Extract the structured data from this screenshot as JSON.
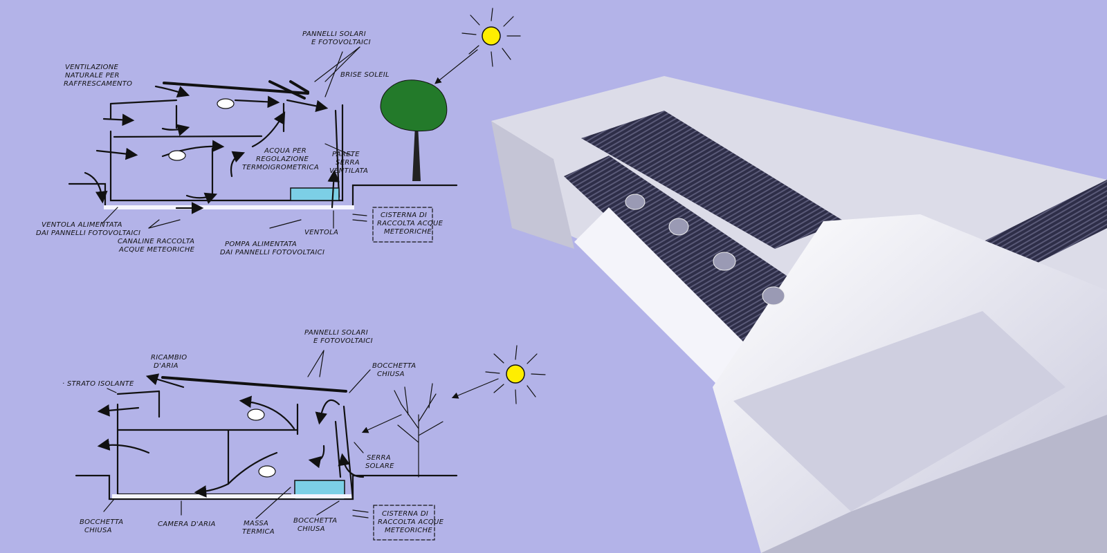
{
  "colors": {
    "background": "#b3b3e8",
    "sun": "#ffee00",
    "water": "#7ccfe6",
    "tree": "#237a2a"
  },
  "summer_diagram": {
    "labels": {
      "pannelli": [
        "PANNELLI SOLARI",
        "E FOTOVOLTAICI"
      ],
      "ventilazione": [
        "VENTILAZIONE",
        "NATURALE PER",
        "RAFFRESCAMENTO"
      ],
      "brise": [
        "BRISE SOLEIL"
      ],
      "acqua": [
        "ACQUA PER",
        "REGOLAZIONE",
        "TERMOIGROMETRICA"
      ],
      "parete": [
        "PARETE",
        "SERRA",
        "VENTILATA"
      ],
      "ventola_alimentata": [
        "VENTOLA ALIMENTATA",
        "DAI PANNELLI FOTOVOLTAICI"
      ],
      "canaline": [
        "CANALINE RACCOLTA",
        "ACQUE METEORICHE"
      ],
      "pompa": [
        "POMPA ALIMENTATA",
        "DAI PANNELLI FOTOVOLTAICI"
      ],
      "ventola": [
        "VENTOLA"
      ],
      "cisterna": [
        "CISTERNA DI",
        "RACCOLTA ACQUE",
        "METEORICHE"
      ]
    }
  },
  "winter_diagram": {
    "labels": {
      "pannelli": [
        "PANNELLI SOLARI",
        "E FOTOVOLTAICI"
      ],
      "ricambio": [
        "RICAMBIO",
        "D'ARIA"
      ],
      "strato": [
        "· STRATO ISOLANTE"
      ],
      "bocchetta_top": [
        "BOCCHETTA",
        "CHIUSA"
      ],
      "serra": [
        "SERRA",
        "SOLARE"
      ],
      "bocchetta_left": [
        "BOCCHETTA",
        "CHIUSA"
      ],
      "camera": [
        "CAMERA D'ARIA"
      ],
      "massa": [
        "MASSA",
        "TERMICA"
      ],
      "bocchetta_right": [
        "BOCCHETTA",
        "CHIUSA"
      ],
      "cisterna": [
        "CISTERNA DI",
        "RACCOLTA ACQUE",
        "METEORICHE"
      ]
    }
  }
}
